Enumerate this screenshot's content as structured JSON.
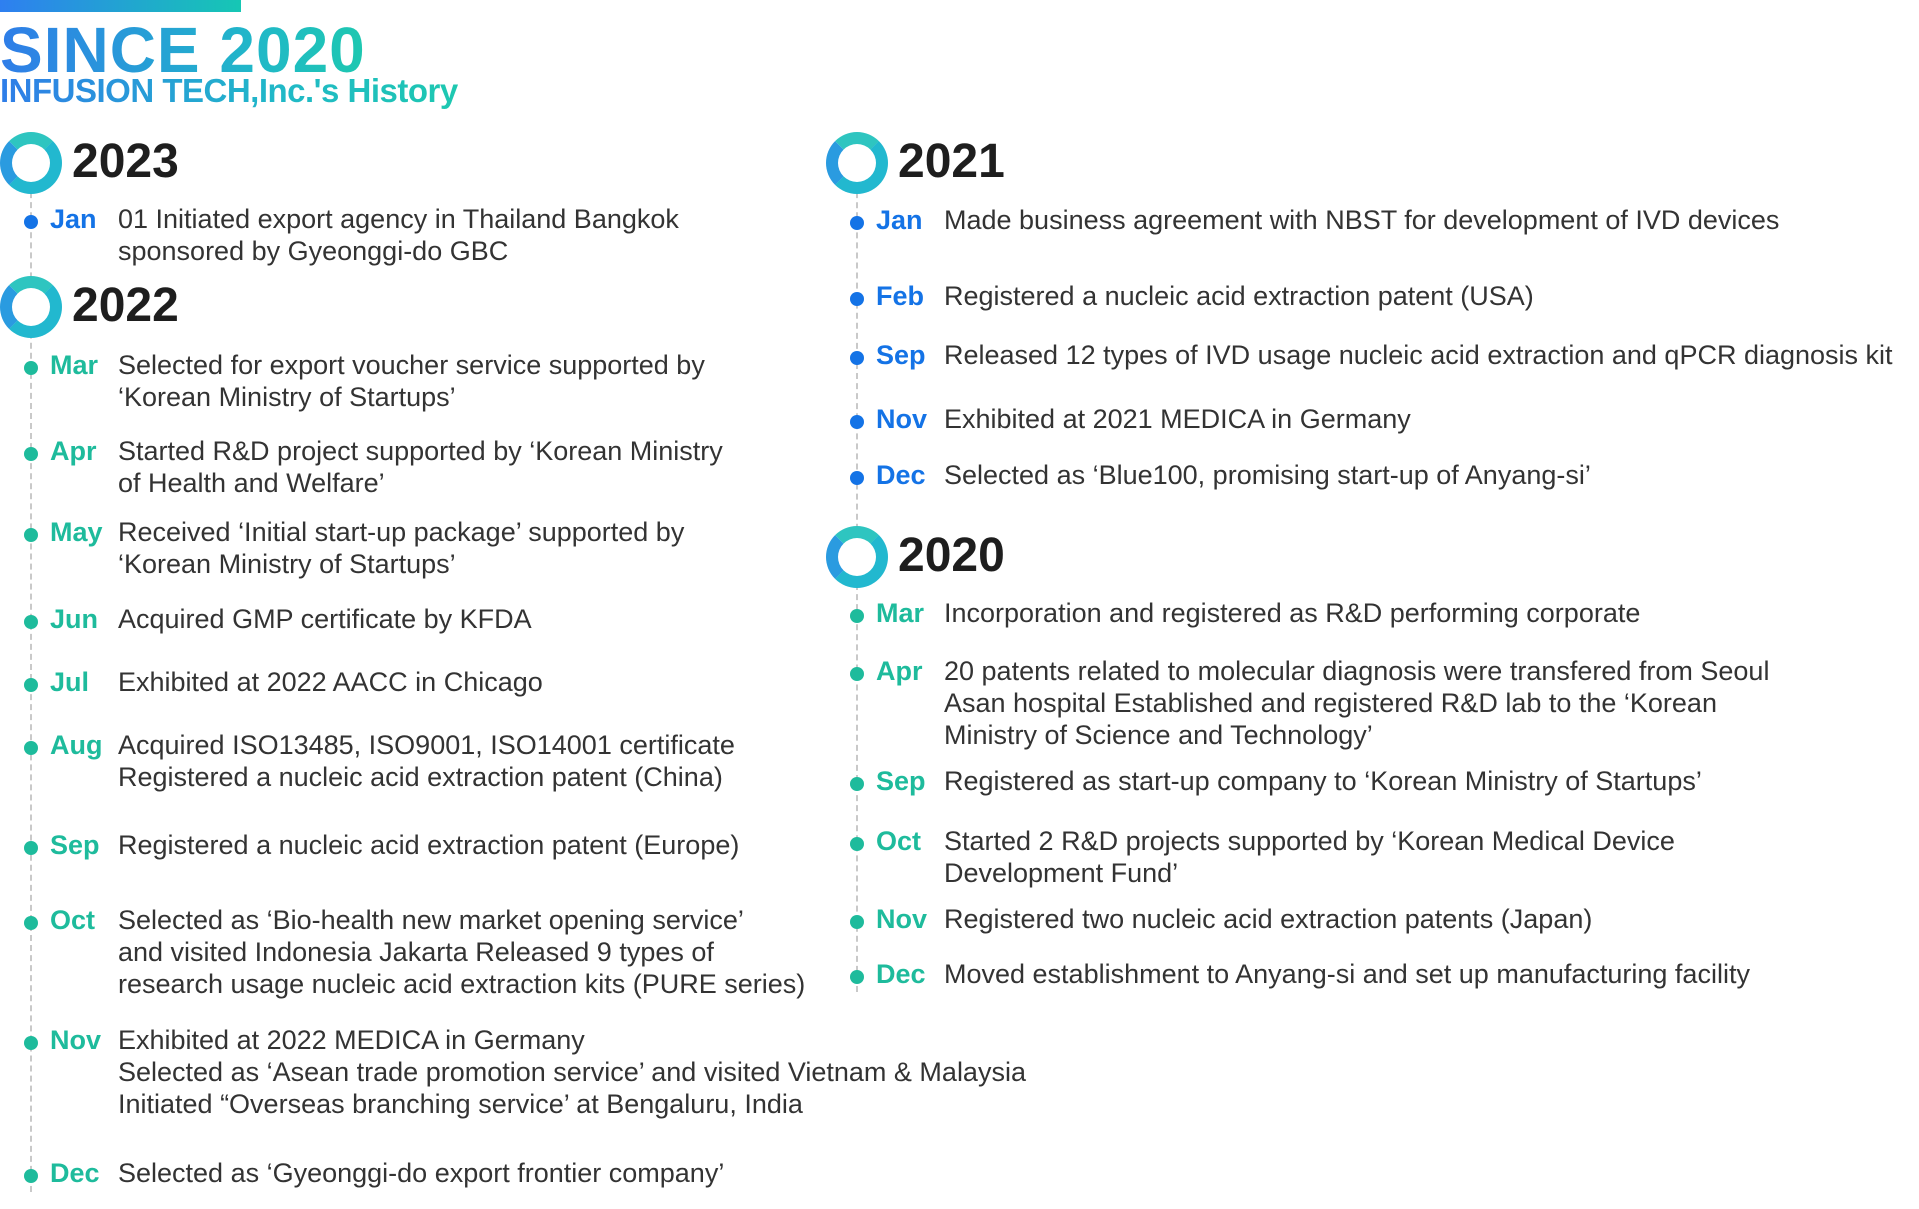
{
  "header": {
    "title": "SINCE 2020",
    "subtitle": "INFUSION TECH,Inc.'s History"
  },
  "colors": {
    "accent_blue": "#1473e6",
    "accent_teal": "#1ebb9c",
    "ring": "#22b8cf",
    "year_text": "#1e1e1e",
    "body_text": "#333333"
  },
  "years": {
    "y2023": {
      "year": "2023",
      "events": [
        {
          "month": "Jan",
          "lines": [
            "01 Initiated export agency in Thailand Bangkok",
            "sponsored by Gyeonggi-do GBC"
          ]
        }
      ]
    },
    "y2022": {
      "year": "2022",
      "events": [
        {
          "month": "Mar",
          "lines": [
            "Selected for export voucher service supported by",
            "‘Korean Ministry of Startups’"
          ]
        },
        {
          "month": "Apr",
          "lines": [
            "Started R&D project supported by ‘Korean Ministry",
            "of Health and Welfare’"
          ]
        },
        {
          "month": "May",
          "lines": [
            "Received ‘Initial start-up package’ supported by",
            "‘Korean Ministry of Startups’"
          ]
        },
        {
          "month": "Jun",
          "lines": [
            "Acquired GMP certificate by KFDA"
          ]
        },
        {
          "month": "Jul",
          "lines": [
            "Exhibited at 2022 AACC in Chicago"
          ]
        },
        {
          "month": "Aug",
          "lines": [
            "Acquired ISO13485, ISO9001, ISO14001 certificate",
            "Registered a nucleic acid extraction patent (China)"
          ]
        },
        {
          "month": "Sep",
          "lines": [
            "Registered a nucleic acid extraction patent (Europe)"
          ]
        },
        {
          "month": "Oct",
          "lines": [
            "Selected as ‘Bio-health new market opening service’",
            "and visited Indonesia Jakarta Released 9 types of",
            "research usage nucleic acid extraction kits (PURE series)"
          ]
        },
        {
          "month": "Nov",
          "lines": [
            "Exhibited at 2022 MEDICA in Germany",
            "Selected as ‘Asean trade promotion service’ and visited Vietnam & Malaysia",
            "Initiated “Overseas branching service’ at Bengaluru, India"
          ]
        },
        {
          "month": "Dec",
          "lines": [
            "Selected as ‘Gyeonggi-do export frontier company’"
          ]
        }
      ]
    },
    "y2021": {
      "year": "2021",
      "events": [
        {
          "month": "Jan",
          "lines": [
            "Made business agreement with NBST for development of IVD devices"
          ]
        },
        {
          "month": "Feb",
          "lines": [
            "Registered a nucleic acid extraction patent (USA)"
          ]
        },
        {
          "month": "Sep",
          "lines": [
            "Released 12 types of IVD usage nucleic acid extraction and qPCR diagnosis kit"
          ]
        },
        {
          "month": "Nov",
          "lines": [
            "Exhibited at 2021 MEDICA in Germany"
          ]
        },
        {
          "month": "Dec",
          "lines": [
            "Selected as ‘Blue100, promising start-up of Anyang-si’"
          ]
        }
      ]
    },
    "y2020": {
      "year": "2020",
      "events": [
        {
          "month": "Mar",
          "lines": [
            "Incorporation and registered as R&D performing corporate"
          ]
        },
        {
          "month": "Apr",
          "lines": [
            "20 patents related to molecular diagnosis were transfered from Seoul",
            "Asan hospital Established and registered R&D lab to the ‘Korean",
            "Ministry of Science and Technology’"
          ]
        },
        {
          "month": "Sep",
          "lines": [
            "Registered as start-up company to ‘Korean Ministry of Startups’"
          ]
        },
        {
          "month": "Oct",
          "lines": [
            "Started 2 R&D projects supported by ‘Korean Medical Device",
            "Development Fund’"
          ]
        },
        {
          "month": "Nov",
          "lines": [
            "Registered two nucleic acid extraction patents (Japan)"
          ]
        },
        {
          "month": "Dec",
          "lines": [
            "Moved establishment to Anyang-si and set up manufacturing facility"
          ]
        }
      ]
    }
  }
}
